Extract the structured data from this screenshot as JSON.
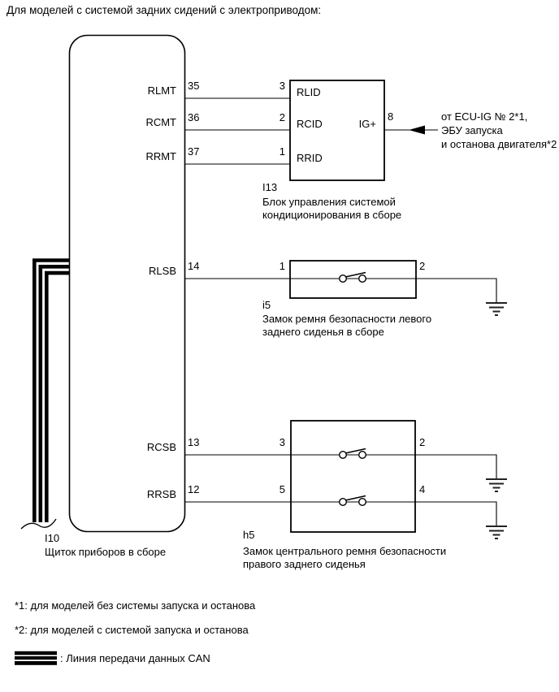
{
  "title": "Для моделей с системой задних сидений с электроприводом:",
  "colors": {
    "line": "#000000",
    "text": "#000000",
    "background": "#ffffff"
  },
  "cluster": {
    "id": "I10",
    "name": "Щиток приборов в сборе",
    "signals": {
      "rlmt": "RLMT",
      "rcmt": "RCMT",
      "rrmt": "RRMT",
      "rlsb": "RLSB",
      "rcsb": "RCSB",
      "rrsb": "RRSB"
    },
    "pins": {
      "rlmt": "35",
      "rcmt": "36",
      "rrmt": "37",
      "rlsb": "14",
      "rcsb": "13",
      "rrsb": "12"
    }
  },
  "ac_unit": {
    "id": "I13",
    "name_line1": "Блок управления системой",
    "name_line2": "кондиционирования в сборе",
    "pins": {
      "rlid": {
        "num": "3",
        "label": "RLID"
      },
      "rcid": {
        "num": "2",
        "label": "RCID"
      },
      "rrid": {
        "num": "1",
        "label": "RRID"
      },
      "ig": {
        "num": "8",
        "label": "IG+"
      }
    }
  },
  "ig_note": {
    "line1": "от ECU-IG № 2*1,",
    "line2": "ЭБУ запуска",
    "line3": "и останова двигателя*2"
  },
  "left_buckle": {
    "id": "i5",
    "name_line1": "Замок ремня безопасности левого",
    "name_line2": "заднего сиденья в сборе",
    "pin_in": "1",
    "pin_out": "2"
  },
  "center_buckle": {
    "id": "h5",
    "name_line1": "Замок центрального ремня безопасности",
    "name_line2": "правого заднего сиденья",
    "row1": {
      "pin_in": "3",
      "pin_out": "2"
    },
    "row2": {
      "pin_in": "5",
      "pin_out": "4"
    }
  },
  "footnotes": {
    "note1": "*1: для моделей без системы запуска и останова",
    "note2": "*2: для моделей с системой запуска и останова"
  },
  "legend": {
    "can_label": ": Линия передачи данных CAN"
  }
}
